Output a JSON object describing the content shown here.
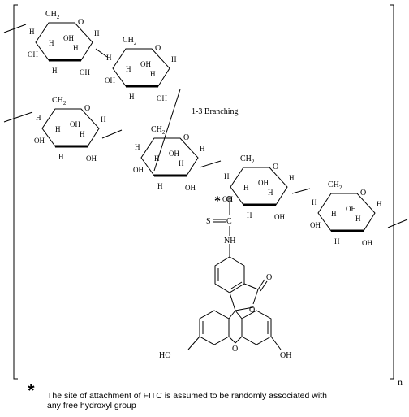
{
  "title": "",
  "labels": {
    "branching": "1-3 Branching",
    "repeat_n": "n",
    "ch2": "CH",
    "ch2_sub": "2",
    "h": "H",
    "oh": "OH",
    "o": "O",
    "s": "S",
    "c": "C",
    "nh": "NH",
    "ho": "HO",
    "carbonyl_o": "O",
    "asterisk": "*"
  },
  "footnote": {
    "marker": "*",
    "line1": "The site of attachment of FITC is assumed to be randomly associated with",
    "line2": "any free hydroxyl group"
  },
  "colors": {
    "ink": "#000000",
    "background": "#ffffff"
  }
}
